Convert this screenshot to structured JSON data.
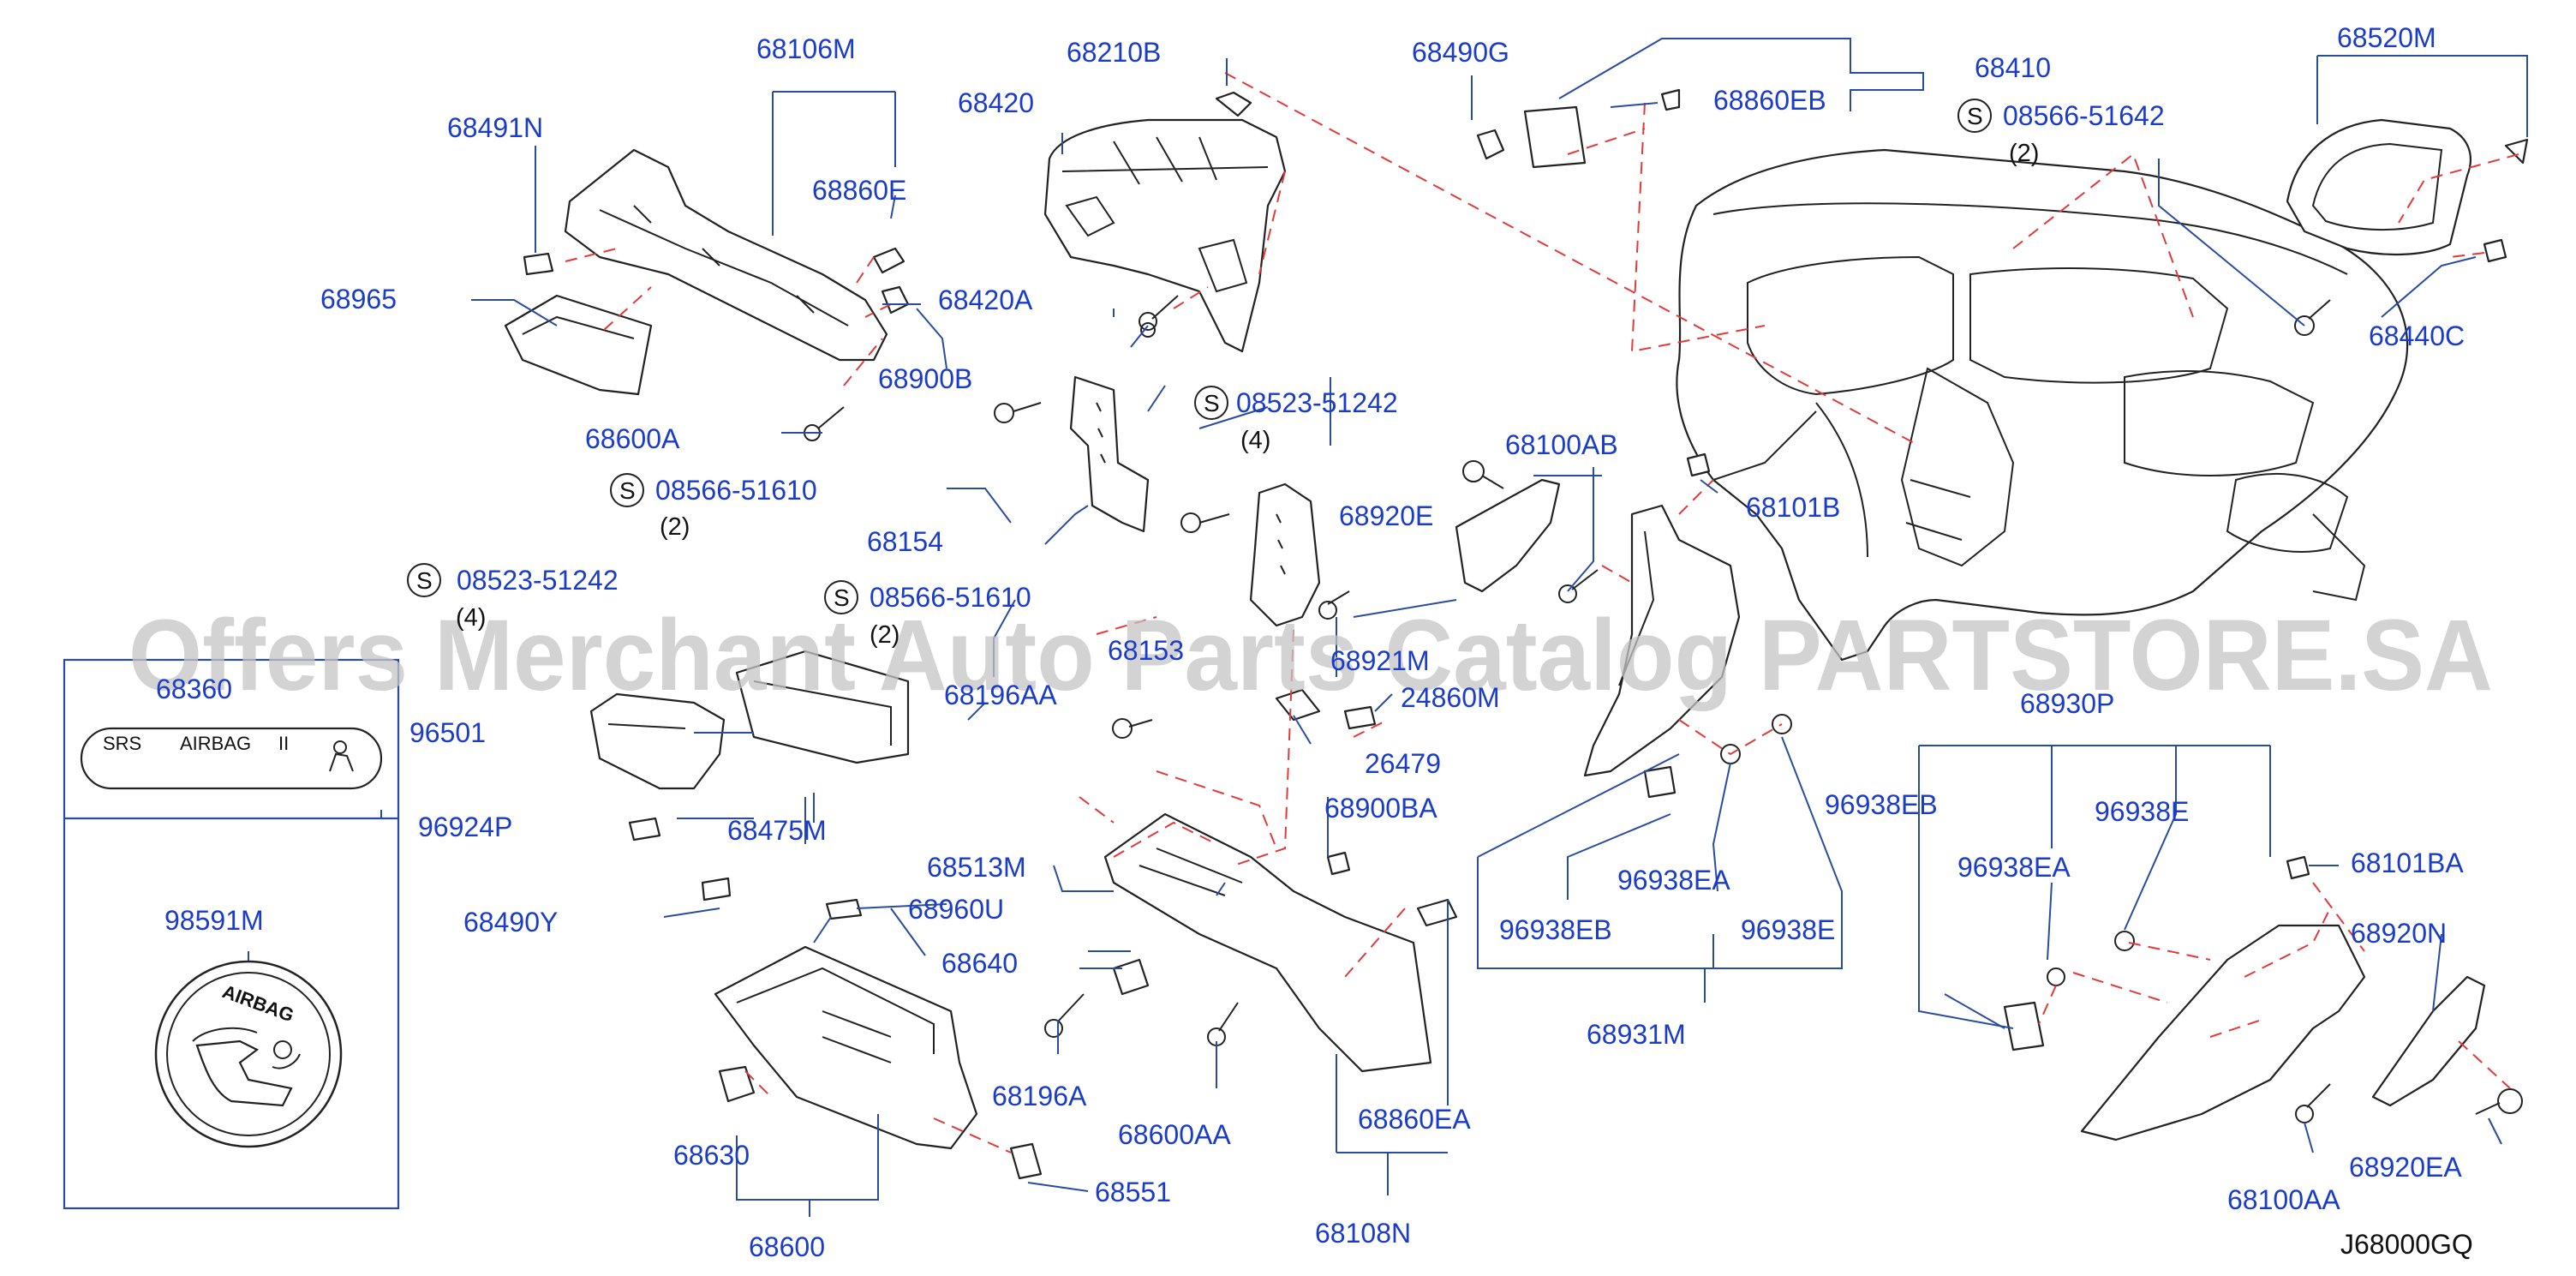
{
  "diagram": {
    "reference_code": "J68000GQ",
    "watermark": "Offers Merchant Auto Parts Catalog PARTSTORE.SA",
    "inset": {
      "part_a": "68360",
      "label_a_1": "SRS",
      "label_a_2": "AIRBAG",
      "label_a_3": "II",
      "part_b": "98591M",
      "label_b": "AIRBAG"
    },
    "parts": [
      "68106M",
      "68491N",
      "68860E",
      "68965",
      "68420A",
      "68900B",
      "68600A",
      "68210B",
      "68420",
      "68154",
      "68490G",
      "68860EB",
      "68410",
      "68520M",
      "68440C",
      "68100AB",
      "68101B",
      "68920E",
      "68921M",
      "24860M",
      "26479",
      "96501",
      "96924P",
      "68475M",
      "68196AA",
      "68513M",
      "68490Y",
      "68960U",
      "68640",
      "68196A",
      "68600AA",
      "68630",
      "68600",
      "68551",
      "68900BA",
      "68860EA",
      "68108N",
      "68930P",
      "96938EB",
      "96938E",
      "96938EA",
      "68931M",
      "68101BA",
      "68920N",
      "68920EA",
      "68100AA",
      "68153"
    ],
    "standard_parts": [
      {
        "symbol": "S",
        "code": "08566-51642",
        "qty": "(2)"
      },
      {
        "symbol": "S",
        "code": "08523-51242",
        "qty": "(4)"
      },
      {
        "symbol": "S",
        "code": "08566-51610",
        "qty": "(2)"
      },
      {
        "symbol": "S",
        "code": "08523-51242",
        "qty": "(4)"
      },
      {
        "symbol": "S",
        "code": "08566-51610",
        "qty": "(2)"
      }
    ]
  }
}
